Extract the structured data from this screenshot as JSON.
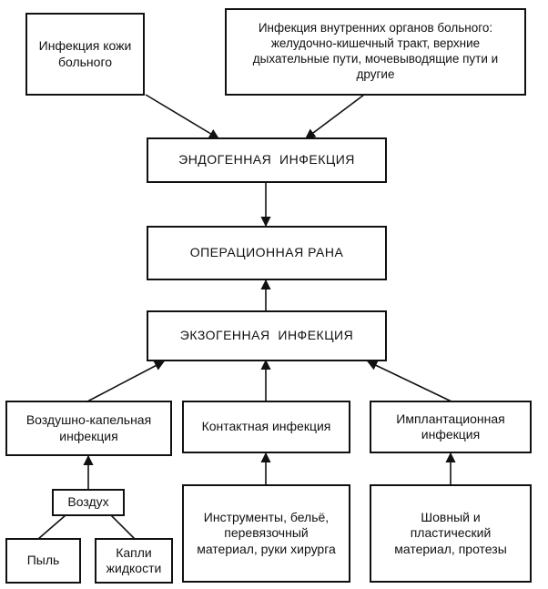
{
  "nodes": {
    "skin_infection": "Инфекция кожи больного",
    "internal_infection": "Инфекция внутренних органов больного: желудочно-кишечный тракт, верхние дыхательные пути, мочевыводящие пути и другие",
    "endogenous": "ЭНДОГЕННАЯ  ИНФЕКЦИЯ",
    "wound": "ОПЕРАЦИОННАЯ РАНА",
    "exogenous": "ЭКЗОГЕННАЯ  ИНФЕКЦИЯ",
    "airborne": "Воздушно-капельная инфекция",
    "contact": "Контактная инфекция",
    "implant": "Имплантационная инфекция",
    "air": "Воздух",
    "dust": "Пыль",
    "droplets": "Капли жидкости",
    "instruments": "Инструменты, бельё, перевязочный материал, руки хирурга",
    "suture": "Шовный и пластический материал, протезы"
  }
}
